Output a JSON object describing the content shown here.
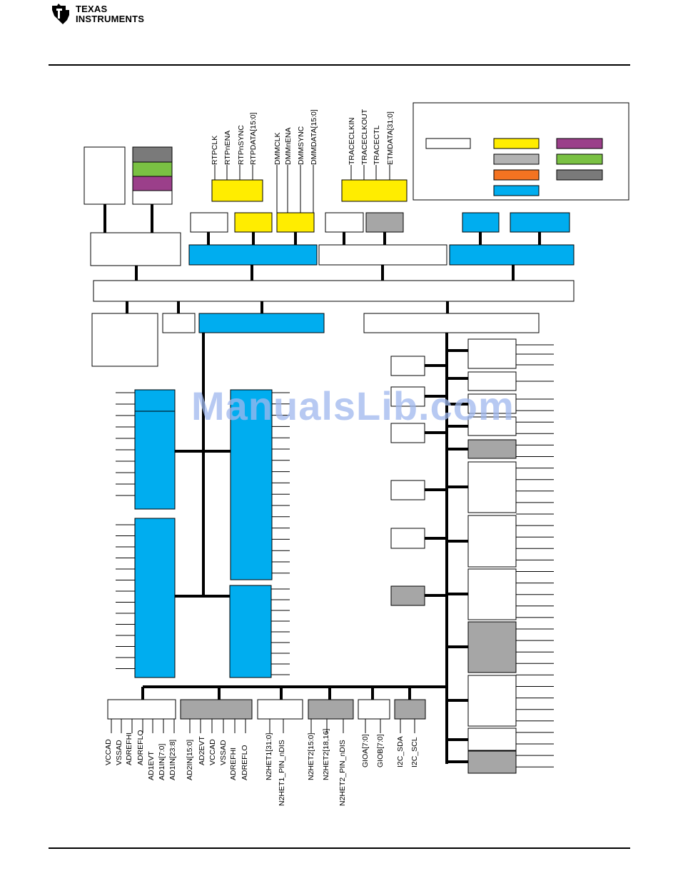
{
  "brand": {
    "line1": "TEXAS",
    "line2": "INSTRUMENTS"
  },
  "watermark": "ManualsLib.com",
  "colors": {
    "blue": "#00adef",
    "yellow": "#ffed00",
    "gray": "#a6a6a6",
    "dark_gray": "#7a7a7a",
    "green": "#7ac143",
    "purple": "#9b3f8a",
    "orange": "#f47321",
    "white": "#ffffff"
  },
  "signals": {
    "rtp": [
      "RTPCLK",
      "RTPnENA",
      "RTPnSYNC",
      "RTPDATA[15:0]"
    ],
    "dmm": [
      "DMMCLK",
      "DMMnENA",
      "DMMSYNC",
      "DMMDATA[15:0]"
    ],
    "etm": [
      "TRACECLKIN",
      "TRACECLKOUT",
      "TRACECTL",
      "ETMDATA[31:0]"
    ],
    "adc1": [
      "VCCAD",
      "VSSAD",
      "ADREFHI",
      "ADREFLO",
      "AD1EVT",
      "AD1IN[7:0]",
      "AD1IN[23:8]"
    ],
    "adc2": [
      "AD2IN[15:0]",
      "AD2EVT",
      "VCCAD",
      "VSSAD",
      "ADREFHI",
      "ADREFLO"
    ],
    "het1": [
      "N2HET1[31:0]",
      "N2HET1_PIN_nDIS"
    ],
    "het2": [
      "N2HET2[15:0]",
      "N2HET2[18,16]",
      "N2HET2_PIN_nDIS"
    ],
    "gio": [
      "GIOA[7:0]",
      "GIOB[7:0]"
    ],
    "i2c": [
      "I2C_SDA",
      "I2C_SCL"
    ]
  }
}
